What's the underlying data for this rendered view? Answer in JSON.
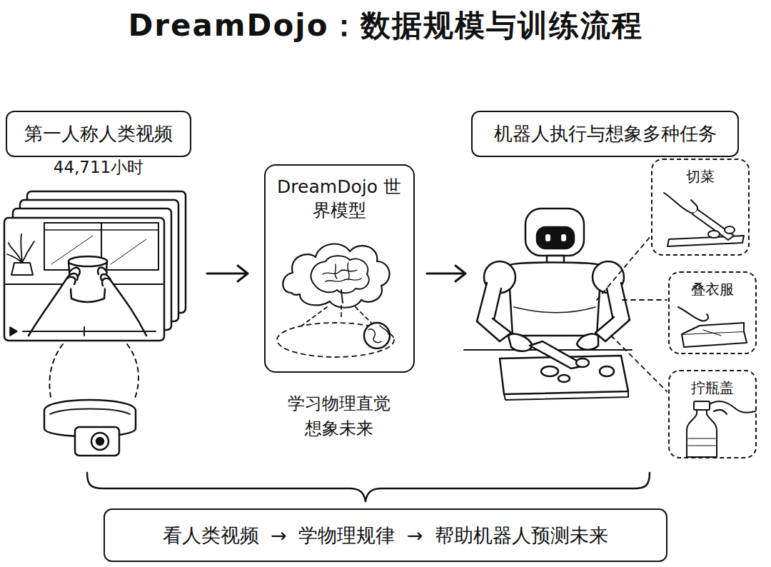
{
  "diagram": {
    "title": "DreamDojo：数据规模与训练流程",
    "nodes": [
      {
        "text": [
          "第一人称人类视频"
        ]
      },
      {
        "text": [
          "DreamDojo 世界模型"
        ]
      },
      {
        "text": [
          "机器人执行与想象多种任务"
        ]
      },
      {
        "text": [
          "切菜"
        ]
      },
      {
        "text": [
          "叠衣服"
        ]
      },
      {
        "text": [
          "拧瓶盖"
        ]
      },
      {
        "text": [
          "看人类视频 → 学物理规律 → 帮助机器人预测未来"
        ]
      }
    ],
    "labels": [
      "44,711小时",
      "学习物理直觉 想象未来"
    ]
  }
}
